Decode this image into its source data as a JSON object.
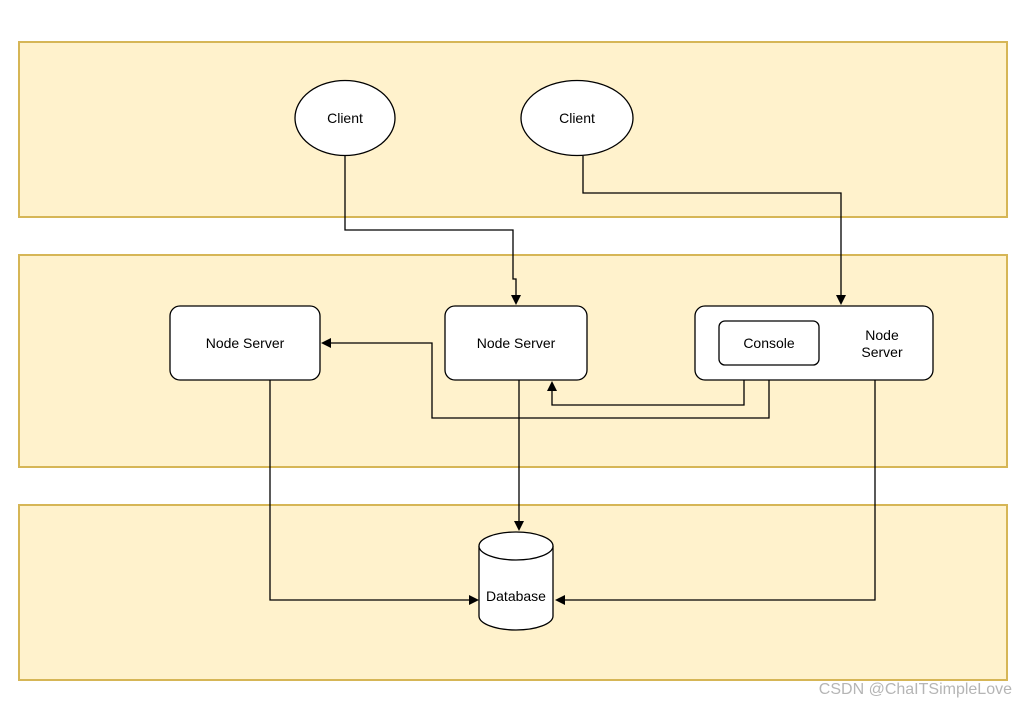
{
  "diagram": {
    "clients": {
      "left": "Client",
      "right": "Client"
    },
    "servers": {
      "left": "Node Server",
      "middle": "Node Server",
      "right_line1": "Node",
      "right_line2": "Server",
      "console": "Console"
    },
    "database": "Database"
  },
  "watermark": "CSDN @ChaITSimpleLove",
  "colors": {
    "lane_fill": "#fff2cc",
    "lane_stroke": "#d6b656"
  }
}
